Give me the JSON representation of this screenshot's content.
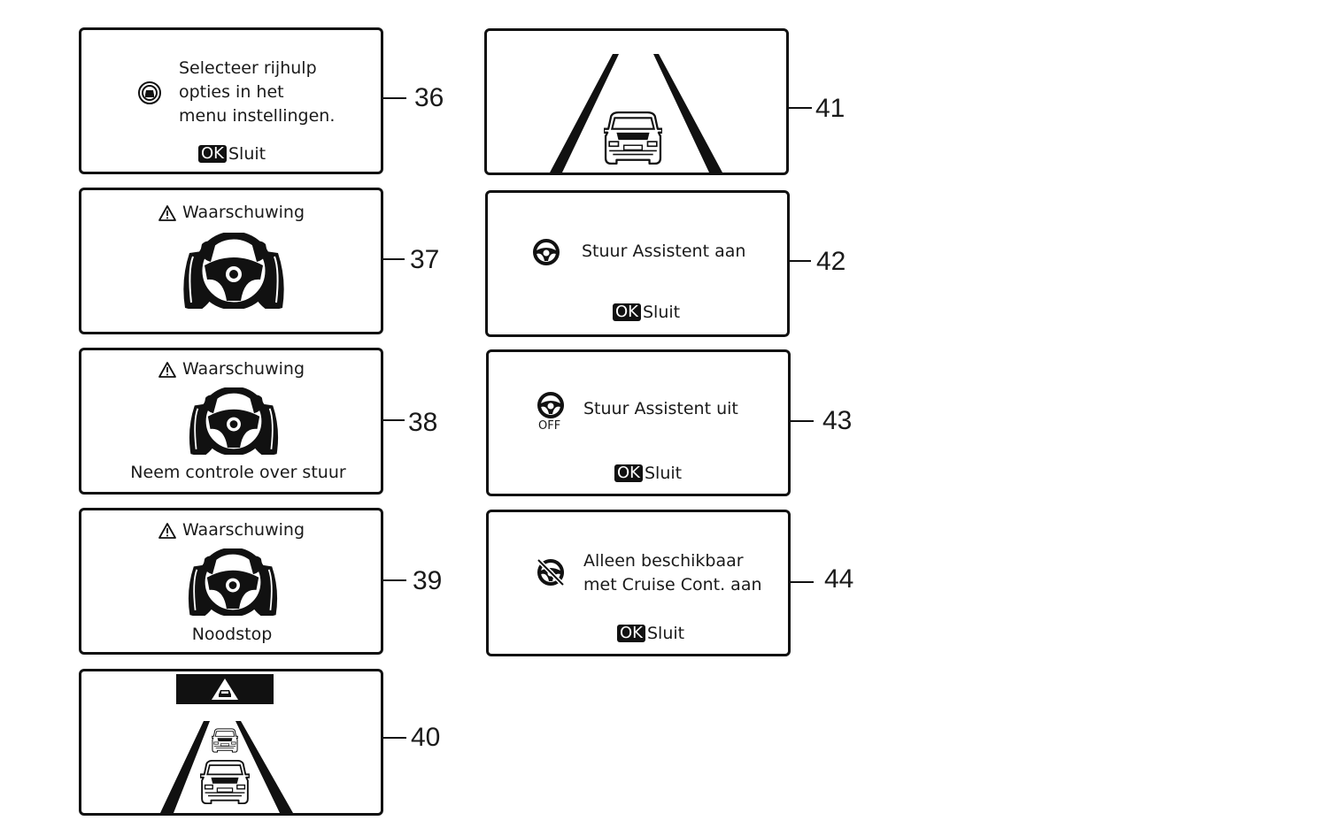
{
  "panels": {
    "p36": {
      "line1": "Selecteer rijhulp",
      "line2": "opties in het",
      "line3": "menu instellingen.",
      "ok_badge": "OK",
      "ok_label": "Sluit"
    },
    "p37": {
      "title": "Waarschuwing"
    },
    "p38": {
      "title": "Waarschuwing",
      "caption": "Neem controle over stuur"
    },
    "p39": {
      "title": "Waarschuwing",
      "caption": "Noodstop"
    },
    "p40": {},
    "p41": {},
    "p42": {
      "message": "Stuur Assistent aan",
      "ok_badge": "OK",
      "ok_label": "Sluit"
    },
    "p43": {
      "message": "Stuur Assistent uit",
      "icon_sub": "OFF",
      "ok_badge": "OK",
      "ok_label": "Sluit"
    },
    "p44": {
      "line1": "Alleen beschikbaar",
      "line2": "met Cruise Cont. aan",
      "ok_badge": "OK",
      "ok_label": "Sluit"
    }
  },
  "callouts": [
    "36",
    "37",
    "38",
    "39",
    "40",
    "41",
    "42",
    "43",
    "44"
  ],
  "icons": {
    "driver_assist": "driver-assist-icon",
    "warning": "warning-triangle-icon",
    "hands_on_wheel": "hands-on-wheel-icon",
    "steering_wheel": "steering-wheel-icon",
    "steering_wheel_off": "steering-wheel-off-icon",
    "steering_wheel_unavailable": "steering-wheel-crossed-icon",
    "car_rear": "car-rear-icon",
    "collision_warning": "collision-warning-icon"
  },
  "colors": {
    "ink": "#111111",
    "background": "#ffffff"
  }
}
